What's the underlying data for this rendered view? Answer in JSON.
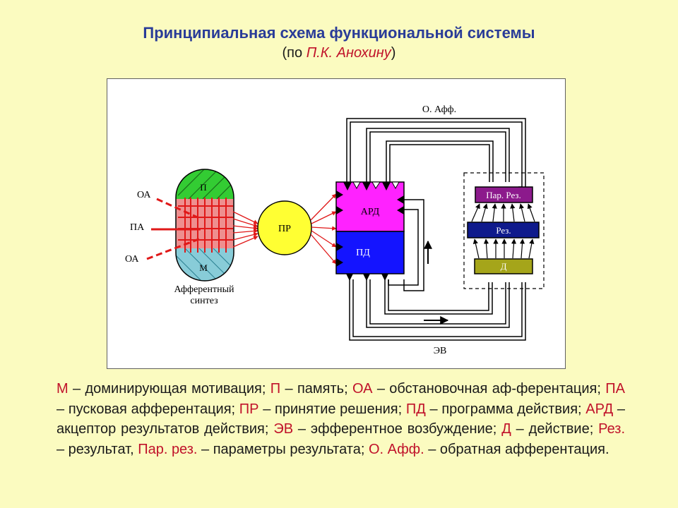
{
  "title": "Принципиальная схема функциональной системы",
  "subtitle": {
    "prefix": "(по ",
    "author": "П.К. Анохину",
    "suffix": ")"
  },
  "diagram": {
    "labels": {
      "oa_top": "ОА",
      "pa": "ПА",
      "oa_bottom": "ОА",
      "p": "П",
      "m": "М",
      "afferent_line1": "Афферентный",
      "afferent_line2": "синтез",
      "pr": "ПР",
      "ard": "АРД",
      "pd": "ПД",
      "o_aff": "О. Афф.",
      "par_rez": "Пар. Рез.",
      "rez": "Рез.",
      "d": "Д",
      "ev": "ЭВ"
    },
    "colors": {
      "memory_green": "#33cc33",
      "motivation_cyan": "#88ccd8",
      "afferent_body": "#ee8f8f",
      "signal_red": "#e01818",
      "pr_yellow": "#ffff33",
      "ard_magenta": "#ff22ff",
      "pd_blue": "#1414ff",
      "par_rez_purple": "#8c1a8c",
      "rez_navy": "#0f1a8c",
      "d_olive": "#a5a51a"
    }
  },
  "legend": [
    {
      "key": "М",
      "text": " – доминирующая мотивация; "
    },
    {
      "key": "П",
      "text": " – память; "
    },
    {
      "key": "ОА",
      "text": " – обстановочная аф-ферентация; "
    },
    {
      "key": "ПА",
      "text": " – пусковая афферентация; "
    },
    {
      "key": "ПР",
      "text": " – принятие решения; "
    },
    {
      "key": "ПД",
      "text": " – программа действия; "
    },
    {
      "key": "АРД",
      "text": " – акцептор результатов действия; "
    },
    {
      "key": "ЭВ",
      "text": " – эфферентное возбуждение; "
    },
    {
      "key": "Д",
      "text": " – действие; "
    },
    {
      "key": "Рез.",
      "text": " – результат, "
    },
    {
      "key": "Пар. рез.",
      "text": " – параметры результата; "
    },
    {
      "key": "О. Афф.",
      "text": " – обратная афферентация."
    }
  ]
}
